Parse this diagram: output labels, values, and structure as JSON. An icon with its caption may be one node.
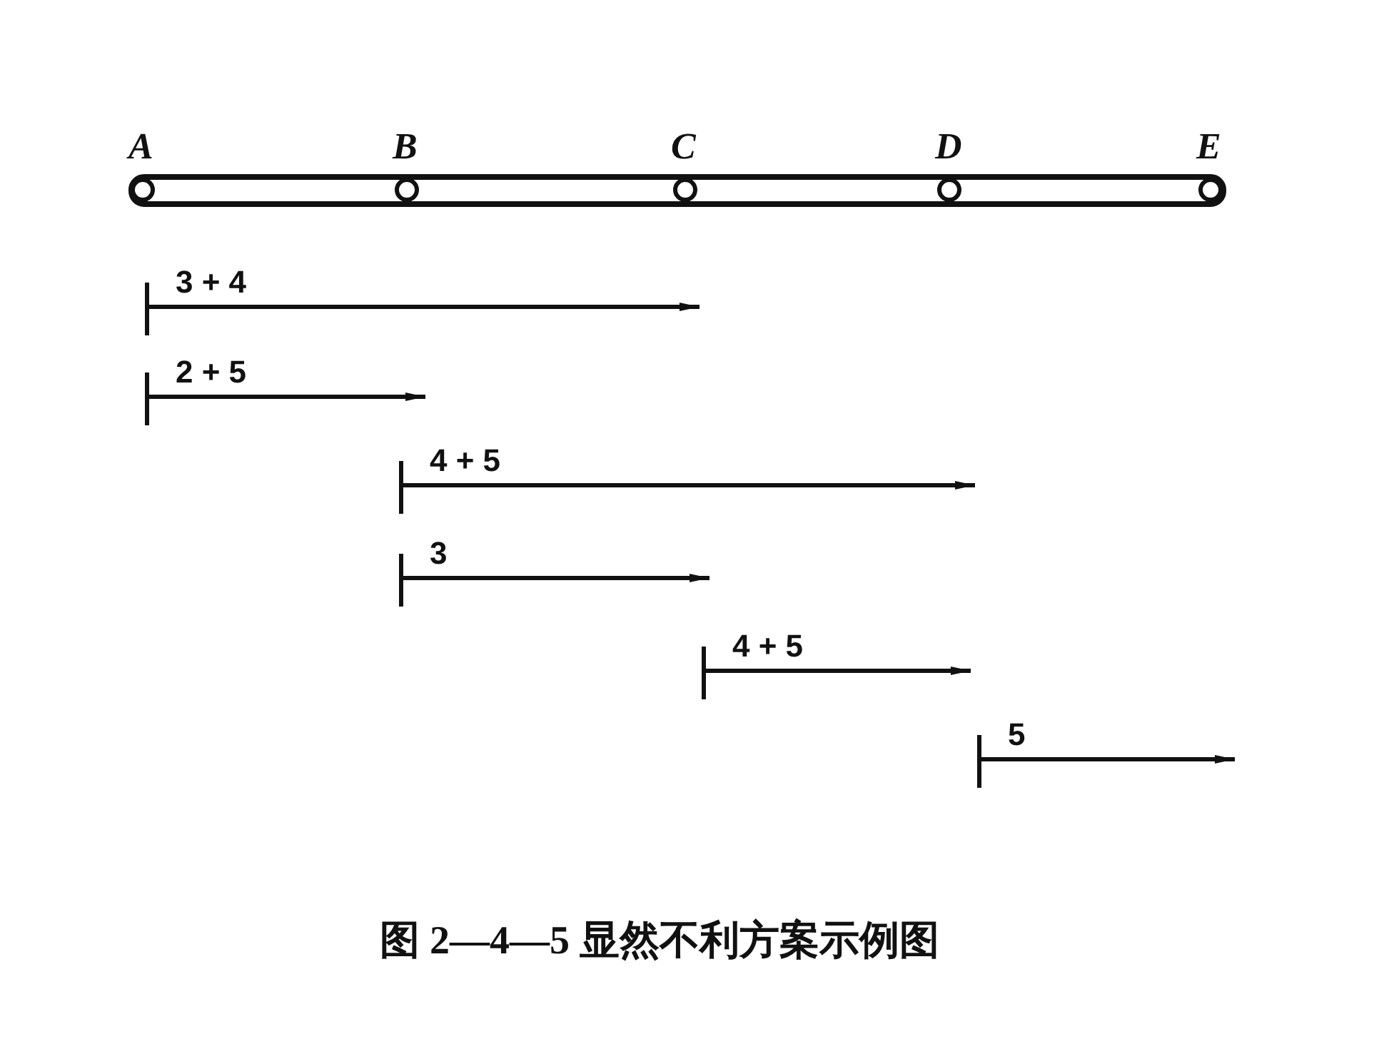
{
  "diagram": {
    "caption": "图 2—4—5 显然不利方案示例图",
    "labels": [
      "A",
      "B",
      "C",
      "D",
      "E",
      "3 + 4",
      "2 + 5",
      "4 + 5",
      "3",
      "4 + 5",
      "5"
    ]
  }
}
